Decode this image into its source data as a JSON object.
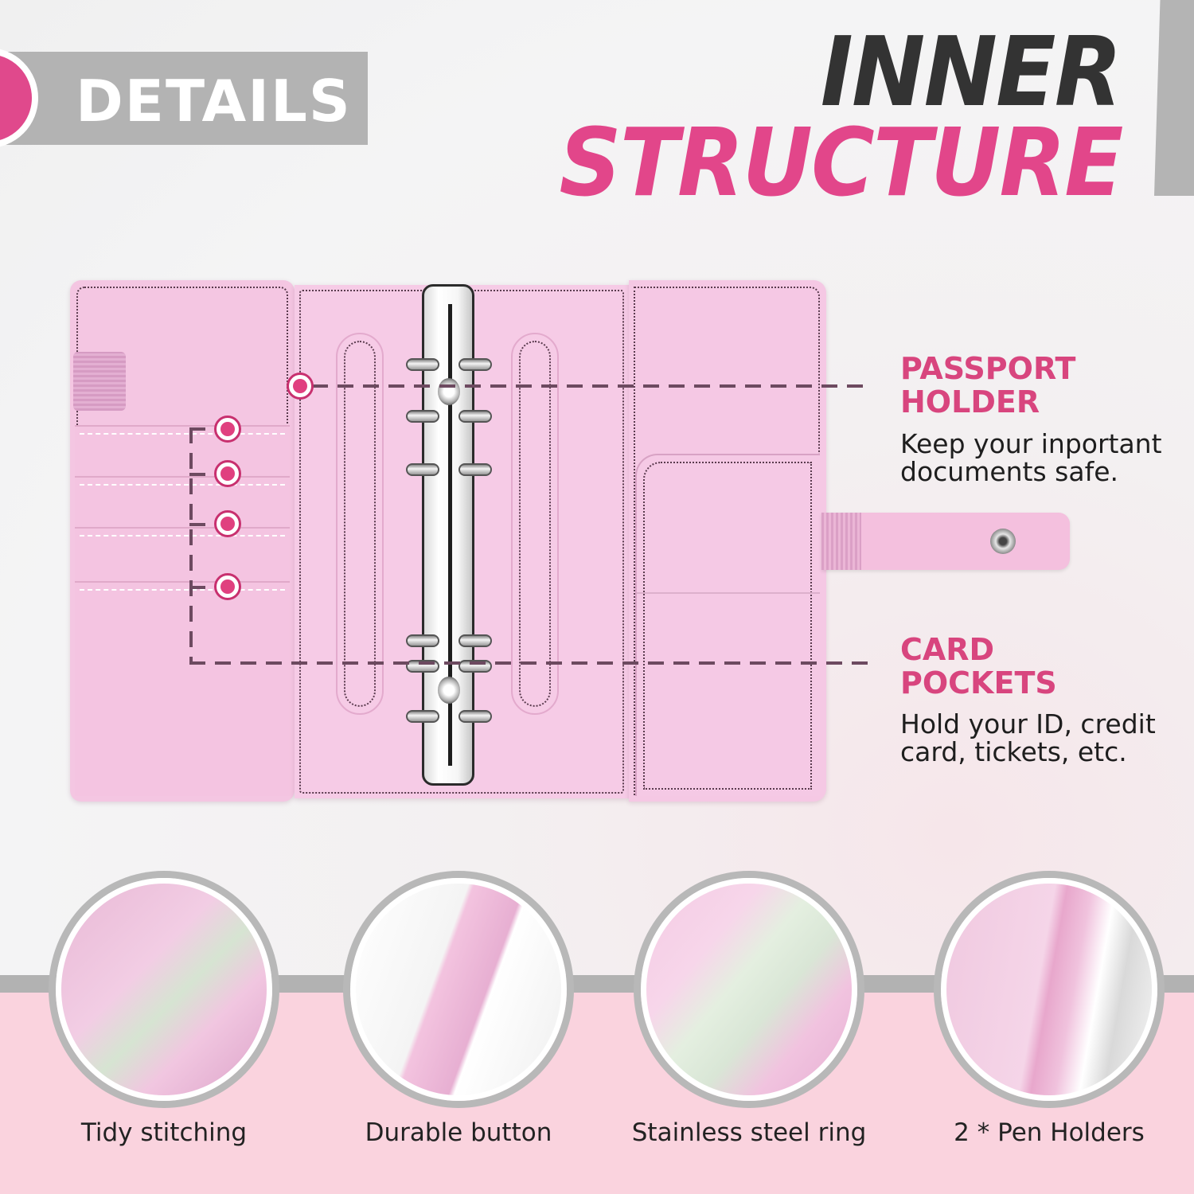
{
  "header": {
    "badge_label": "DETAILS",
    "title_line1": "INNER",
    "title_line2": "STRUCTURE"
  },
  "colors": {
    "accent_pink": "#e2468a",
    "title_dark": "#333333",
    "banner_gray": "#b3b3b3",
    "binder_pink": "#f4c6e2",
    "bottom_band_pink": "#fad3de"
  },
  "callouts": [
    {
      "title_line1": "PASSPORT",
      "title_line2": "HOLDER",
      "desc_line1": "Keep your inportant",
      "desc_line2": "documents safe."
    },
    {
      "title_line1": "CARD",
      "title_line2": "POCKETS",
      "desc_line1": "Hold your ID, credit",
      "desc_line2": "card, tickets, etc."
    }
  ],
  "features": [
    {
      "label": "Tidy stitching",
      "icon": "stitching-closeup"
    },
    {
      "label": "Durable button",
      "icon": "snap-button-closeup"
    },
    {
      "label": "Stainless steel ring",
      "icon": "binder-ring-closeup"
    },
    {
      "label": "2 * Pen Holders",
      "icon": "pen-holder-closeup"
    }
  ]
}
